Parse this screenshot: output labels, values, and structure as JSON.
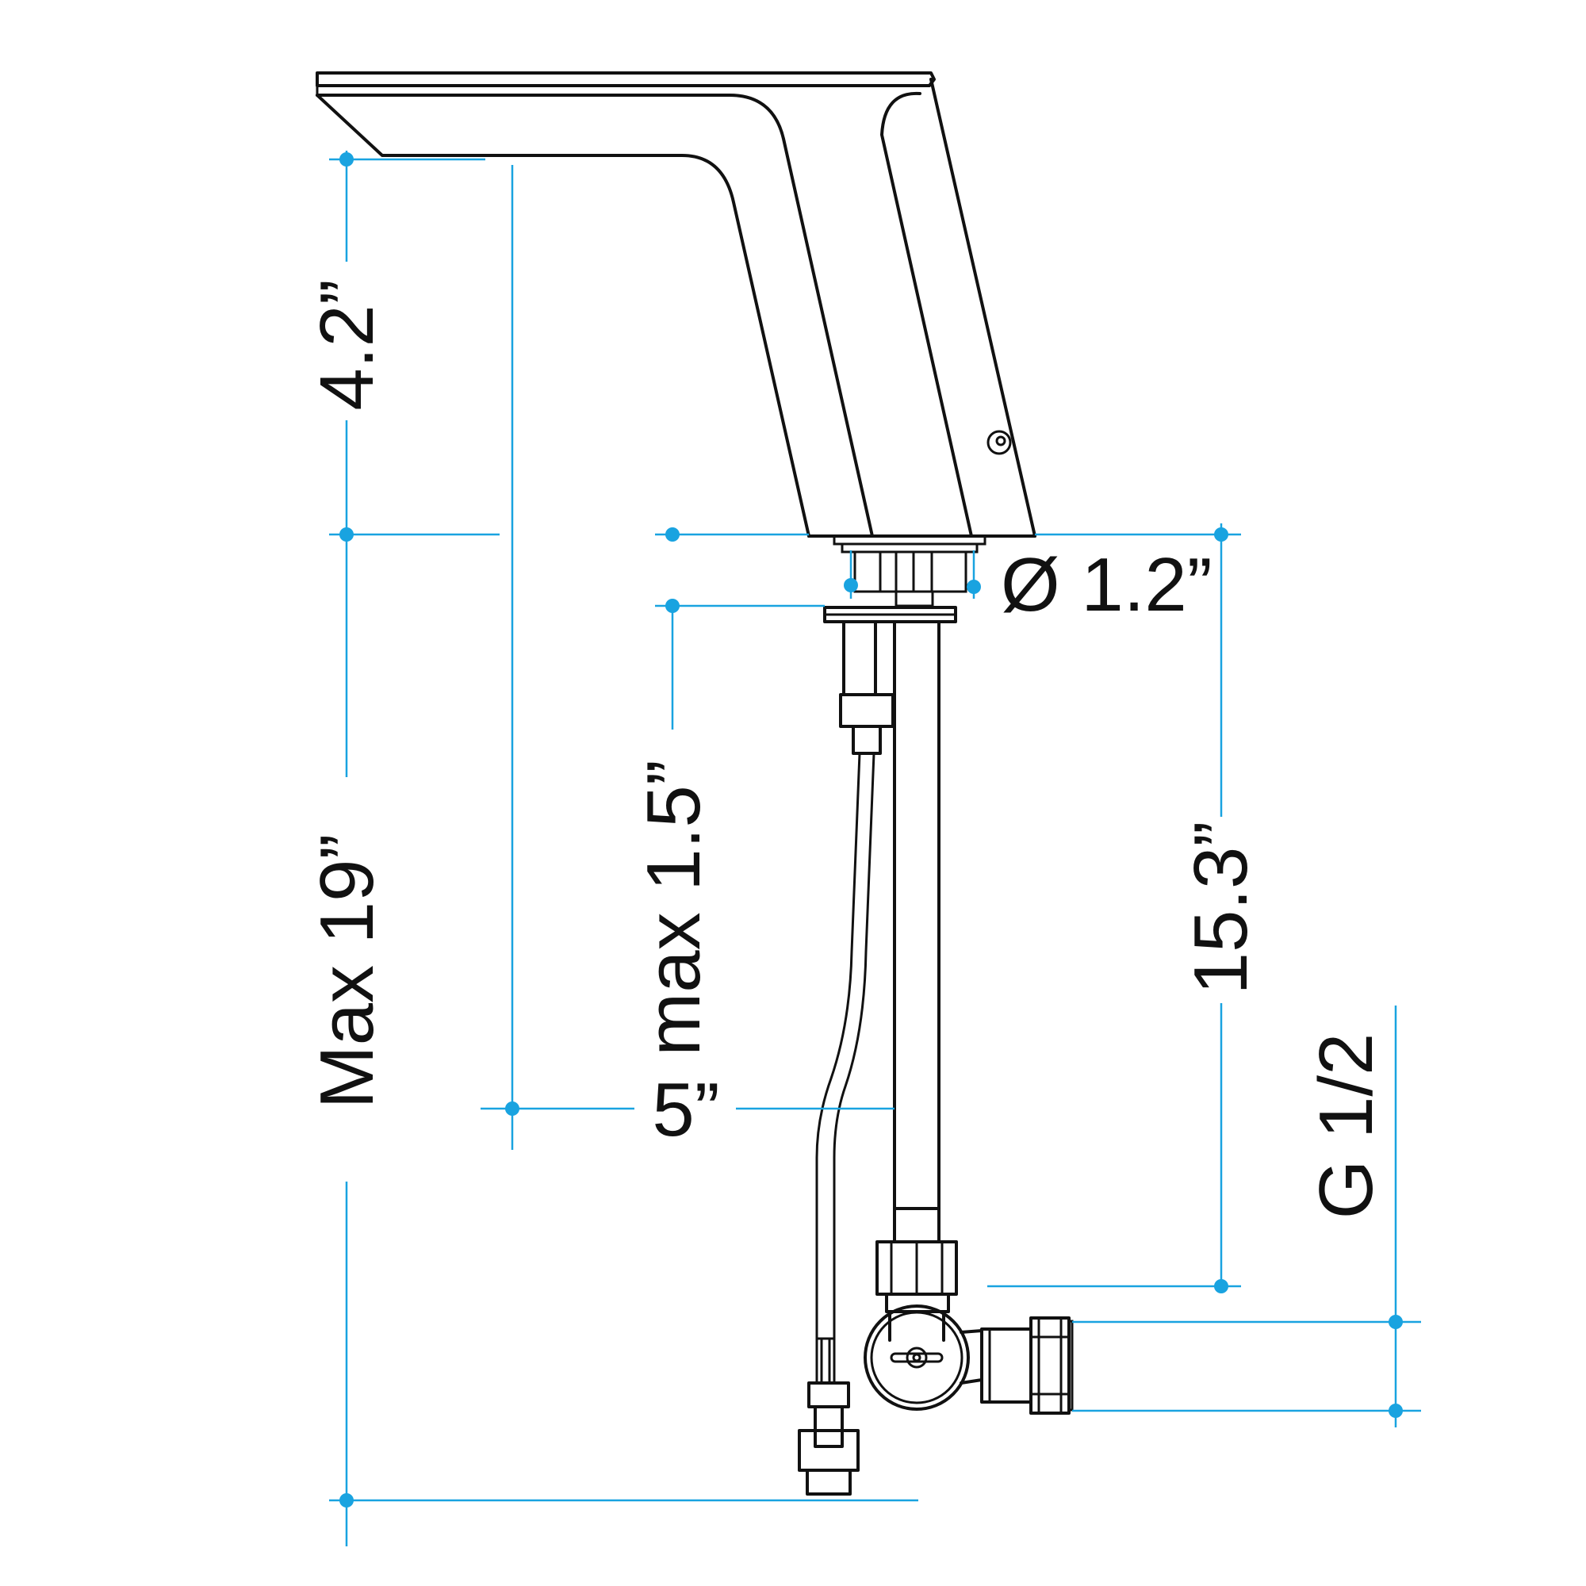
{
  "colors": {
    "outline": "#111111",
    "dimension": "#19a3e0",
    "background": "#ffffff"
  },
  "dimensions": {
    "spout_height": "4.2”",
    "max_total_height": "Max 19”",
    "max_deck_thickness": "max 1.5”",
    "hose_length": "15.3”",
    "projection": "5”",
    "diameter": "Ø 1.2”",
    "thread": "G 1/2"
  }
}
